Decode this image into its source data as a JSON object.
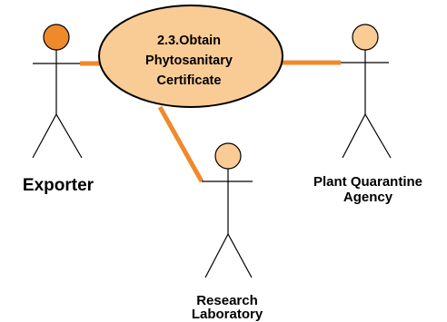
{
  "use_case": {
    "lines": [
      "2.3.Obtain",
      "Phytosanitary",
      "Certificate"
    ],
    "fill": "#f9cc95",
    "stroke": "#000000"
  },
  "actors": {
    "exporter": {
      "name": "Exporter",
      "head_fill": "#ef8a2c"
    },
    "plant_quarantine_agency": {
      "name_lines": [
        "Plant Quarantine",
        "Agency"
      ],
      "head_fill": "#f9cc95"
    },
    "research_laboratory": {
      "name_lines": [
        "Research",
        "Laboratory"
      ],
      "head_fill": "#f9cc95"
    }
  },
  "association_color": "#ef8a2c"
}
